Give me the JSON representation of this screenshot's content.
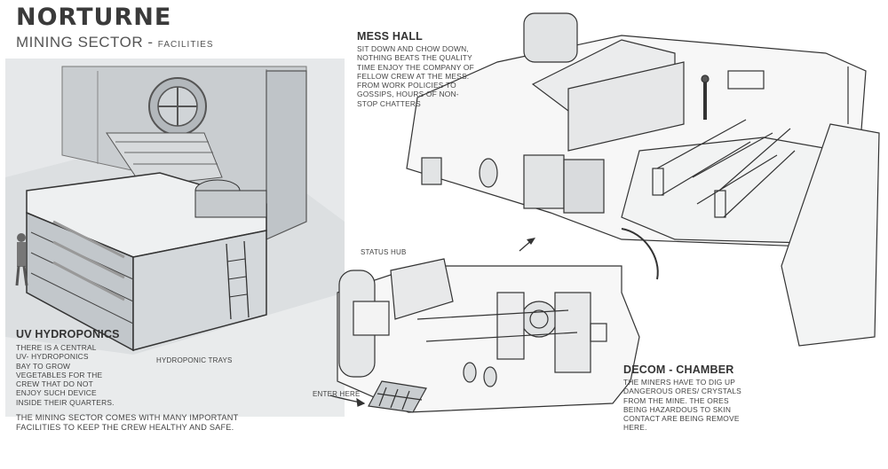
{
  "header": {
    "title": "NORTURNE",
    "subtitle": "MINING SECTOR -",
    "subtitle_small": "FACILITIES"
  },
  "hydroponics": {
    "heading": "UV HYDROPONICS",
    "lines": [
      "THERE IS A CENTRAL",
      "UV- HYDROPONICS",
      "BAY TO GROW",
      "VEGETABLES FOR THE",
      "CREW THAT DO NOT",
      "ENJOY SUCH DEVICE",
      "INSIDE THEIR QUARTERS."
    ],
    "trays_label": "HYDROPONIC TRAYS"
  },
  "mess_hall": {
    "heading": "MESS HALL",
    "lines": [
      "SIT DOWN AND CHOW DOWN,",
      "NOTHING BEATS THE QUALITY",
      "TIME ENJOY THE COMPANY OF",
      "FELLOW CREW AT THE MESS.",
      "FROM WORK POLICIES TO",
      "GOSSIPS, HOURS OF NON-",
      "STOP CHATTERS"
    ]
  },
  "status_hub": {
    "label": "STATUS HUB",
    "enter_label": "ENTER HERE"
  },
  "decom": {
    "heading": "DECOM - CHAMBER",
    "lines": [
      "THE MINERS HAVE TO DIG UP",
      "DANGEROUS ORES/ CRYSTALS",
      "FROM THE MINE. THE ORES",
      "BEING HAZARDOUS TO SKIN",
      "CONTACT ARE BEING REMOVE",
      "HERE."
    ]
  },
  "footer": {
    "lines": [
      "THE MINING SECTOR COMES WITH MANY IMPORTANT",
      "FACILITIES TO KEEP THE CREW HEALTHY AND SAFE."
    ]
  },
  "colors": {
    "panel": "#dcdfe1",
    "ink": "#2b2b2b",
    "shade": "#b9bec2"
  }
}
